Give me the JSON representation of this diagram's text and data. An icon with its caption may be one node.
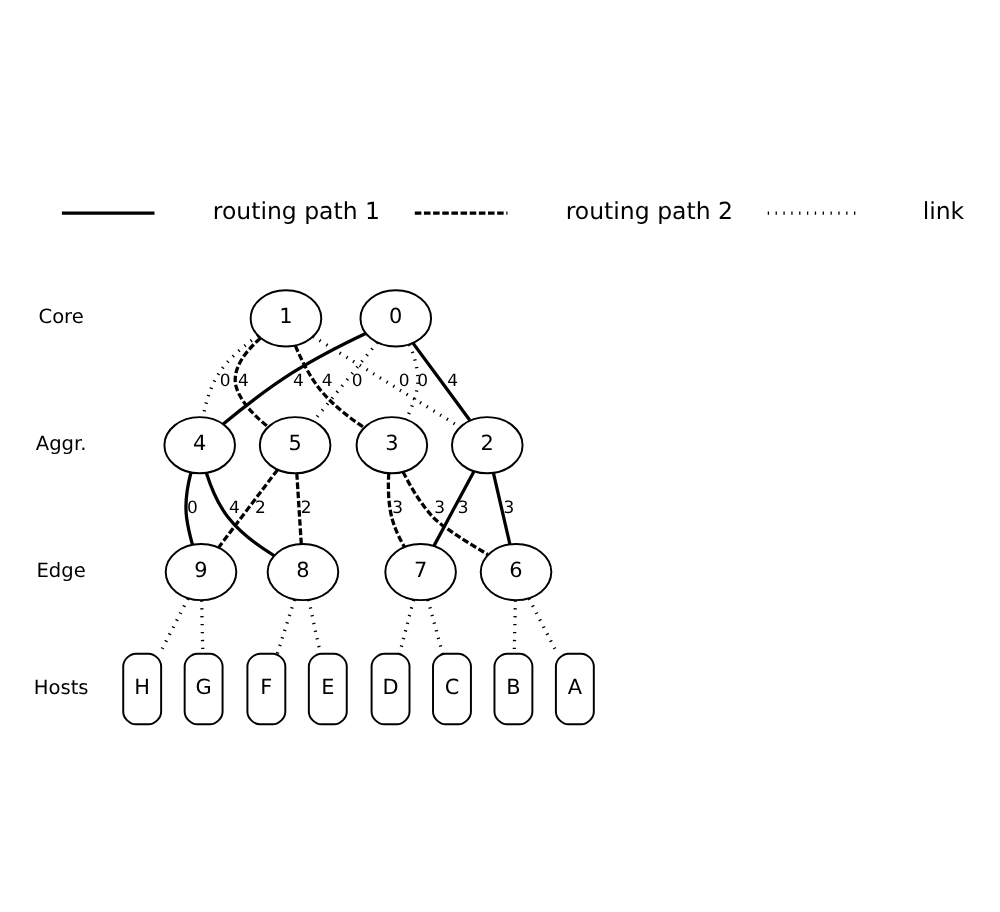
{
  "diagram": {
    "nodes": [
      {
        "text": [
          "0"
        ]
      },
      {
        "text": [
          "1"
        ]
      },
      {
        "text": [
          "2"
        ]
      },
      {
        "text": [
          "3"
        ]
      },
      {
        "text": [
          "4"
        ]
      },
      {
        "text": [
          "5"
        ]
      },
      {
        "text": [
          "6"
        ]
      },
      {
        "text": [
          "7"
        ]
      },
      {
        "text": [
          "8"
        ]
      },
      {
        "text": [
          "9"
        ]
      },
      {
        "text": [
          "A"
        ]
      },
      {
        "text": [
          "B"
        ]
      },
      {
        "text": [
          "C"
        ]
      },
      {
        "text": [
          "D"
        ]
      },
      {
        "text": [
          "E"
        ]
      },
      {
        "text": [
          "F"
        ]
      },
      {
        "text": [
          "G"
        ]
      },
      {
        "text": [
          "H"
        ]
      }
    ],
    "edges": [
      {
        "from": 0,
        "to": 2,
        "arrow": "none",
        "label": "4"
      },
      {
        "from": 0,
        "to": 3,
        "arrow": "none",
        "label": "0",
        "style": "dashed"
      },
      {
        "from": 0,
        "to": 4,
        "arrow": "none",
        "label": "4"
      },
      {
        "from": 0,
        "to": 5,
        "arrow": "none",
        "label": "0",
        "style": "dashed"
      },
      {
        "from": 1,
        "to": 2,
        "arrow": "none",
        "label": "0",
        "style": "dashed"
      },
      {
        "from": 1,
        "to": 3,
        "arrow": "none",
        "label": "4",
        "style": "dashed"
      },
      {
        "from": 1,
        "to": 4,
        "arrow": "none",
        "label": "0",
        "style": "dashed"
      },
      {
        "from": 1,
        "to": 5,
        "arrow": "none",
        "label": "4",
        "style": "dashed"
      },
      {
        "from": 2,
        "to": 6,
        "arrow": "none",
        "label": "3"
      },
      {
        "from": 2,
        "to": 7,
        "arrow": "none",
        "label": "3"
      },
      {
        "from": 3,
        "to": 6,
        "arrow": "none",
        "label": "3",
        "style": "dashed"
      },
      {
        "from": 3,
        "to": 7,
        "arrow": "none",
        "label": "3",
        "style": "dashed"
      },
      {
        "from": 4,
        "to": 8,
        "arrow": "none",
        "label": "4"
      },
      {
        "from": 4,
        "to": 9,
        "arrow": "none",
        "label": "0"
      },
      {
        "from": 5,
        "to": 8,
        "arrow": "none",
        "label": "2",
        "style": "dashed"
      },
      {
        "from": 5,
        "to": 9,
        "arrow": "none",
        "label": "2",
        "style": "dashed"
      },
      {
        "from": 6,
        "to": 10,
        "arrow": "none",
        "style": "dashed"
      },
      {
        "from": 6,
        "to": 11,
        "arrow": "none",
        "style": "dashed"
      },
      {
        "from": 7,
        "to": 12,
        "arrow": "none",
        "style": "dashed"
      },
      {
        "from": 7,
        "to": 13,
        "arrow": "none",
        "style": "dashed"
      },
      {
        "from": 8,
        "to": 14,
        "arrow": "none",
        "style": "dashed"
      },
      {
        "from": 8,
        "to": 15,
        "arrow": "none",
        "style": "dashed"
      },
      {
        "from": 9,
        "to": 16,
        "arrow": "none",
        "style": "dashed"
      },
      {
        "from": 9,
        "to": 17,
        "arrow": "none",
        "style": "dashed"
      }
    ],
    "labels": [
      "Core",
      "Aggr.",
      "Edge",
      "Hosts"
    ],
    "legend": [
      {
        "text": "routing path 1"
      },
      {
        "text": "routing path 2"
      },
      {
        "text": "link"
      }
    ]
  }
}
